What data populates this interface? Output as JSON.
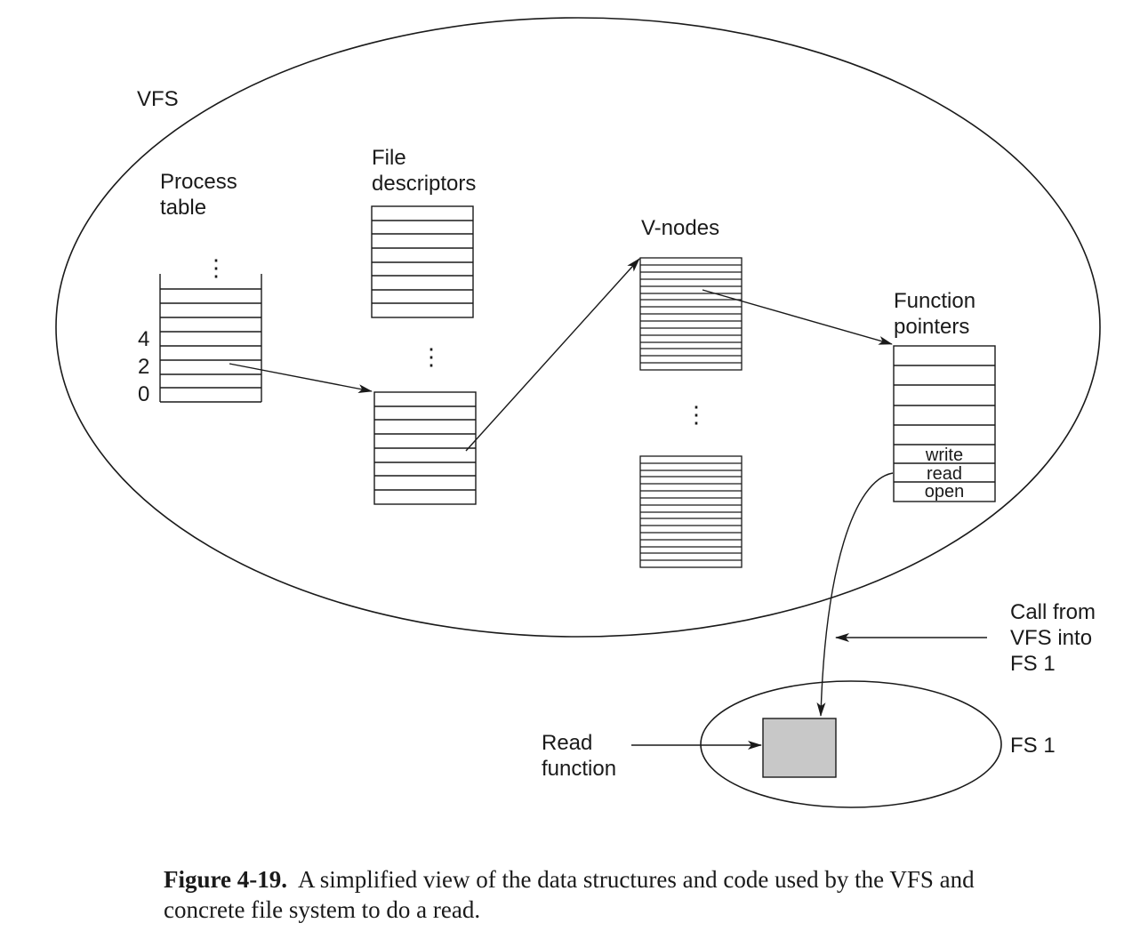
{
  "vfs_label": "VFS",
  "process_table": {
    "line1": "Process",
    "line2": "table",
    "indices": [
      "4",
      "2",
      "0"
    ]
  },
  "file_descriptors": {
    "line1": "File",
    "line2": "descriptors"
  },
  "vnodes": {
    "label": "V-nodes"
  },
  "function_pointers": {
    "line1": "Function",
    "line2": "pointers",
    "entries": [
      "write",
      "read",
      "open"
    ]
  },
  "call_note": {
    "line1": "Call from",
    "line2": "VFS into",
    "line3": "FS 1"
  },
  "fs1_label": "FS 1",
  "read_function": {
    "line1": "Read",
    "line2": "function"
  },
  "ellipsis": "⋮",
  "caption": {
    "figure": "Figure 4-19.",
    "text": "A simplified view of the data structures and code used by the VFS and concrete file system to do a read."
  }
}
